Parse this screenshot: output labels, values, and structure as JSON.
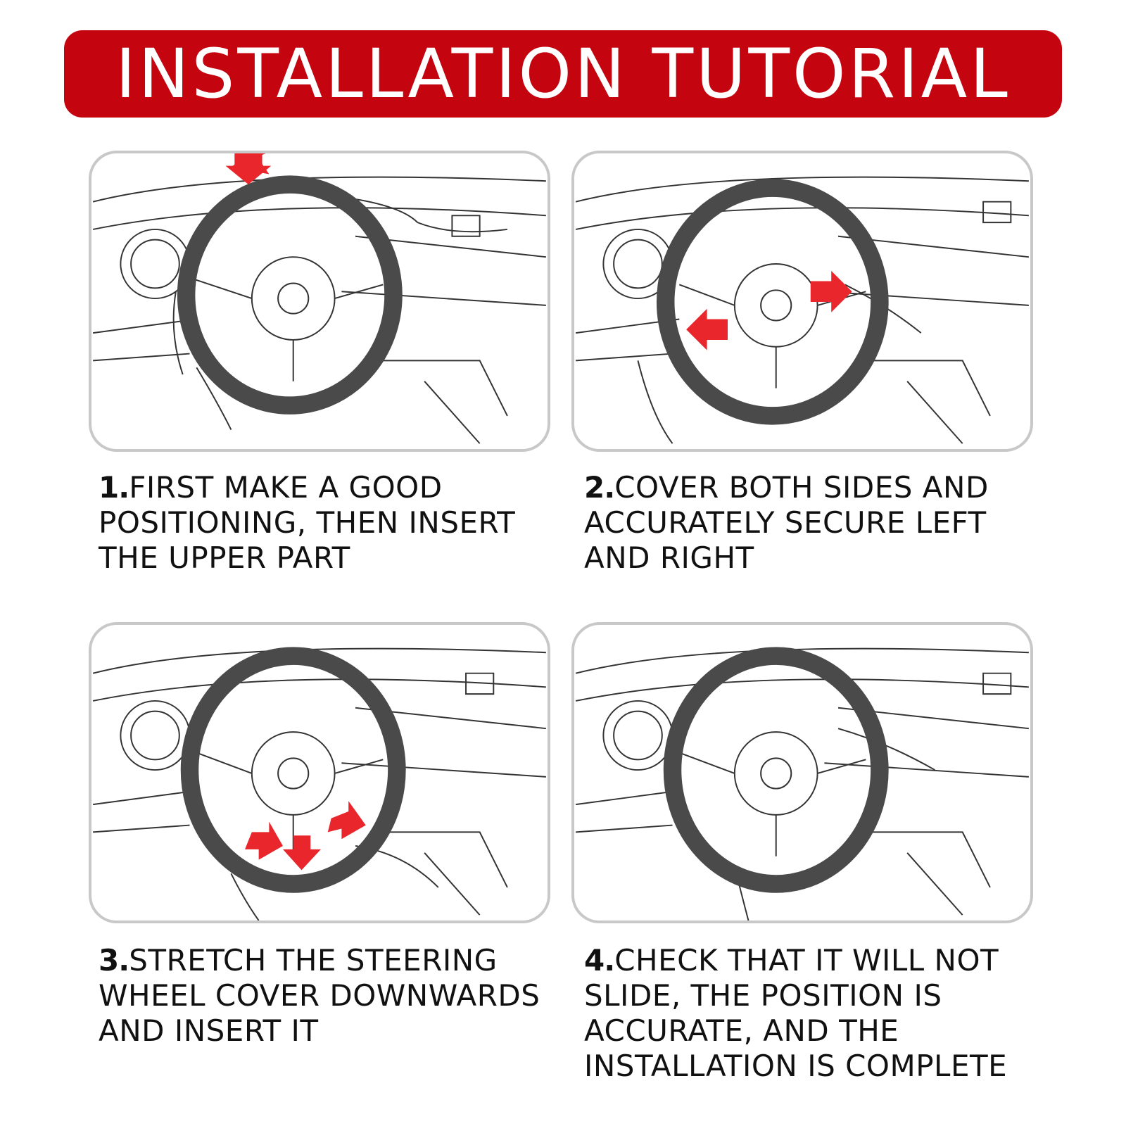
{
  "header": {
    "title": "INSTALLATION TUTORIAL"
  },
  "colors": {
    "banner": "#c4040f",
    "arrow": "#e8262b",
    "cover": "#4a4a4a",
    "outline": "#c8c8c8"
  },
  "steps": [
    {
      "num": "1.",
      "lines": [
        "FIRST MAKE A GOOD",
        "POSITIONING, THEN INSERT",
        "THE UPPER PART"
      ]
    },
    {
      "num": "2.",
      "lines": [
        "COVER BOTH SIDES AND",
        "ACCURATELY SECURE LEFT",
        "AND RIGHT"
      ]
    },
    {
      "num": "3.",
      "lines": [
        "STRETCH THE STEERING",
        "WHEEL COVER DOWNWARDS",
        "AND INSERT IT"
      ]
    },
    {
      "num": "4.",
      "lines": [
        "CHECK THAT IT WILL NOT",
        "SLIDE, THE POSITION IS",
        "ACCURATE, AND THE",
        "INSTALLATION IS COMPLETE"
      ]
    }
  ]
}
